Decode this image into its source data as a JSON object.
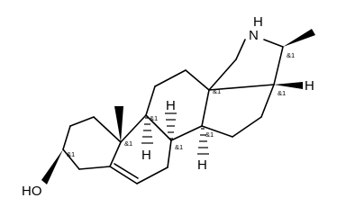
{
  "atom_labels": {
    "nitrogen": "N",
    "nitrogen_h": "H",
    "hydroxyl": "HO",
    "h_c8": "H",
    "h_c9": "H",
    "h_c14": "H",
    "h_c17": "H"
  },
  "stereo_labels": {
    "c3": "&1",
    "c8": "&1",
    "c9": "&1",
    "c10": "&1",
    "c13": "&1",
    "c14": "&1",
    "c17": "&1",
    "c22": "&1"
  },
  "colors": {
    "ink": "#000000",
    "background": "#ffffff"
  }
}
